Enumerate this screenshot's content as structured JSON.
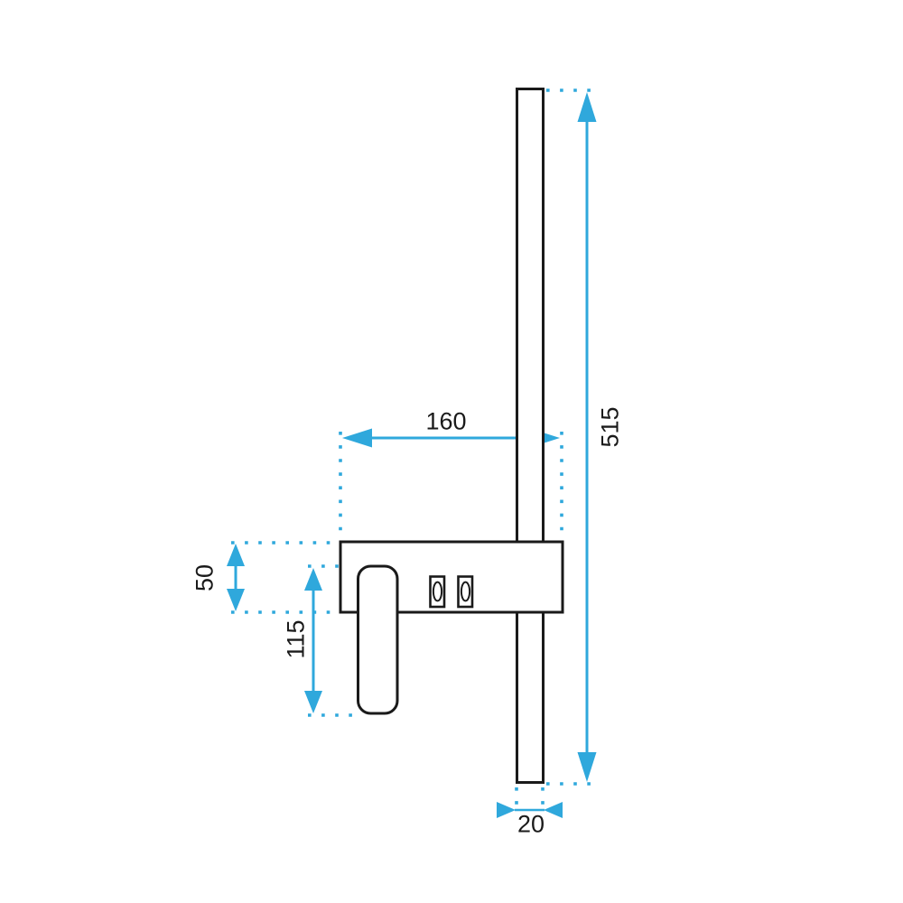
{
  "drawing": {
    "title": "wall-lamp-dimension-diagram",
    "background_color": "#ffffff",
    "outline_color": "#1a1a1a",
    "dimension_color": "#2fa8dc",
    "dimensions": {
      "box_width": "160",
      "bar_height": "515",
      "box_height": "50",
      "plate_height": "115",
      "bar_depth": "20"
    }
  }
}
